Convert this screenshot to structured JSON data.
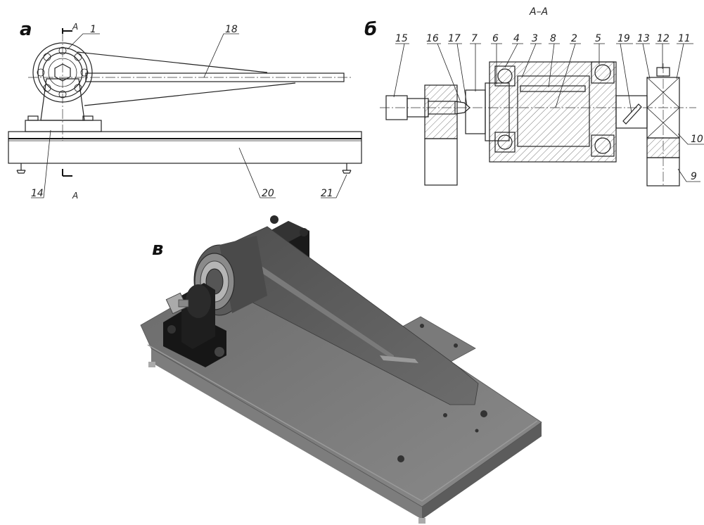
{
  "panels": {
    "a": "а",
    "b": "б",
    "c": "в"
  },
  "section_title": "А–А",
  "section_marks": [
    "А",
    "А"
  ],
  "view_a_labels": [
    "1",
    "18",
    "14",
    "20",
    "21"
  ],
  "view_b_labels": [
    "15",
    "16",
    "17",
    "7",
    "6",
    "4",
    "3",
    "8",
    "2",
    "5",
    "19",
    "13",
    "12",
    "11",
    "10",
    "9"
  ],
  "colors": {
    "line": "#222222",
    "model_dark": "#4a4a4a",
    "model_mid": "#6e6e6e",
    "model_light": "#8c8c8c",
    "model_black": "#141414"
  }
}
